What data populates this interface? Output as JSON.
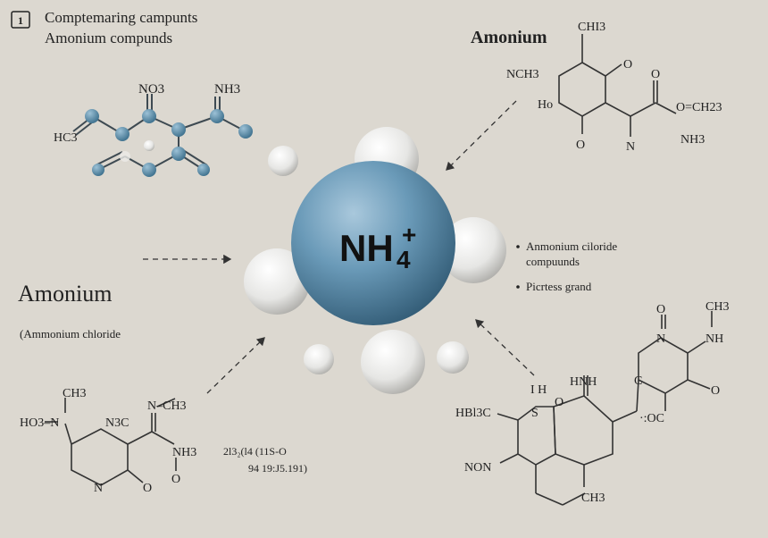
{
  "header": {
    "badge": "1",
    "line1": "Comptemaring campunts",
    "line2": "Amonium compunds"
  },
  "center": {
    "ion_main": "NH",
    "ion_sub": "4",
    "ion_sup": "+"
  },
  "ball_molecule": {
    "label_no3": "NO3",
    "label_nh3": "NH3",
    "label_hc3": "HC3"
  },
  "top_right": {
    "title": "Amonium",
    "ch3": "CHI3",
    "nch3": "NCH3",
    "o1": "O",
    "o2": "O",
    "o3": "O",
    "ho": "Ho",
    "n": "N",
    "och23": "O=CH23",
    "nh3": "NH3"
  },
  "left": {
    "title": "Amonium",
    "subtitle": "(Ammonium chloride"
  },
  "legend": {
    "items": [
      "Anmonium ciloride",
      "compuunds",
      "Picrtess grand"
    ]
  },
  "bottom_left": {
    "ch3_top": "CH3",
    "ho3n": "HO3–N",
    "n3c": "N3C",
    "nch3": "N–CH3",
    "nh3": "NH3",
    "o_below": "O",
    "n_ring": "N",
    "o_ring": "O",
    "formula1": "2l3₂(l4 (11S-O",
    "formula2": "94 19:J5.191)"
  },
  "bottom_right": {
    "o_top": "O",
    "ch3_top": "CH3",
    "n_top": "N",
    "nh": "NH",
    "c": "C",
    "o_right": "O",
    "hnh": "HNH",
    "ih": "I H",
    "s": "S",
    "o_s": "O",
    "hbl3c": "HBl3C",
    "oc": "·:OC",
    "non": "NON",
    "ch3_bottom": "CH3"
  }
}
